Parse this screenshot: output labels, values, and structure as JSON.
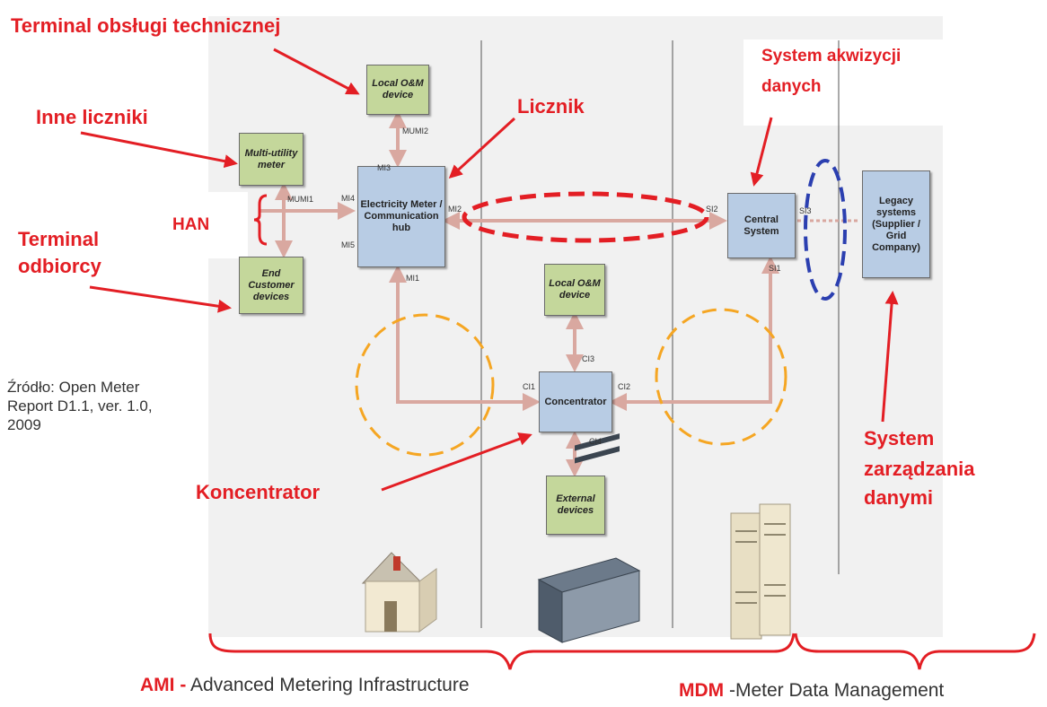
{
  "annotations": {
    "terminal_obslugi": "Terminal obsługi technicznej",
    "inne_liczniki": "Inne liczniki",
    "terminal_odbiorcy_1": "Terminal",
    "terminal_odbiorcy_2": "odbiorcy",
    "han": "HAN",
    "licznik": "Licznik",
    "system_akwizycji_1": "System akwizycji",
    "system_akwizycji_2": "danych",
    "koncentrator": "Koncentrator",
    "system_zarzadzania_1": "System",
    "system_zarzadzania_2": "zarządzania",
    "system_zarzadzania_3": "danymi"
  },
  "source_note": "Źródło: Open Meter\nReport D1.1, ver. 1.0,\n2009",
  "nodes": {
    "local_om_top": "Local O&M\ndevice",
    "multi_utility": "Multi-utility\nmeter",
    "end_customer": "End\nCustomer\ndevices",
    "meter_hub": "Electricity Meter /\nCommunication\nhub",
    "local_om_mid": "Local O&M\ndevice",
    "concentrator": "Concentrator",
    "external": "External\ndevices",
    "central": "Central\nSystem",
    "legacy": "Legacy\nsystems\n(Supplier /\nGrid\nCompany)"
  },
  "ports": {
    "mumi2": "MUMI2",
    "mi3": "MI3",
    "mumi1": "MUMI1",
    "mi4": "MI4",
    "mi5": "MI5",
    "mi2": "MI2",
    "mi1": "MI1",
    "si2": "SI2",
    "si3": "SI3",
    "si1": "SI1",
    "ci3": "CI3",
    "ci1": "CI1",
    "ci2": "CI2",
    "ci4": "CI4"
  },
  "footer": {
    "ami_abbr": "AMI -",
    "ami_text": " Advanced Metering Infrastructure",
    "mdm_abbr": "MDM",
    "mdm_text": " -Meter Data Management"
  },
  "colors": {
    "annotation_red": "#e31e24",
    "connector": "#d9a8a0",
    "highlight_blue": "#2b3fb0",
    "highlight_orange": "#f5a623",
    "node_green": "#c4d79b",
    "node_blue": "#b8cce4"
  }
}
